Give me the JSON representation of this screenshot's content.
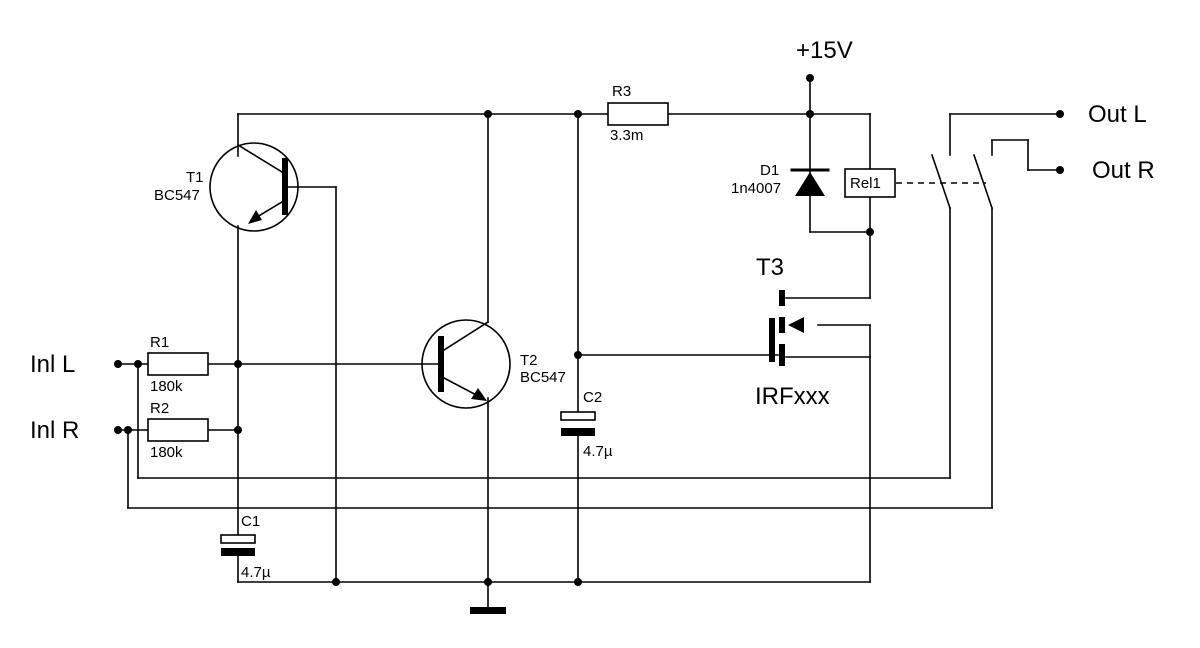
{
  "supply": {
    "label": "+15V"
  },
  "inputs": {
    "left": "Inl L",
    "right": "Inl R"
  },
  "outputs": {
    "left": "Out L",
    "right": "Out R"
  },
  "components": {
    "T1": {
      "ref": "T1",
      "value": "BC547"
    },
    "T2": {
      "ref": "T2",
      "value": "BC547"
    },
    "T3": {
      "ref": "T3",
      "value": "IRFxxx"
    },
    "R1": {
      "ref": "R1",
      "value": "180k"
    },
    "R2": {
      "ref": "R2",
      "value": "180k"
    },
    "R3": {
      "ref": "R3",
      "value": "3.3m"
    },
    "C1": {
      "ref": "C1",
      "value": "4.7µ"
    },
    "C2": {
      "ref": "C2",
      "value": "4.7µ"
    },
    "D1": {
      "ref": "D1",
      "value": "1n4007"
    },
    "Rel1": {
      "ref": "Rel1"
    }
  }
}
